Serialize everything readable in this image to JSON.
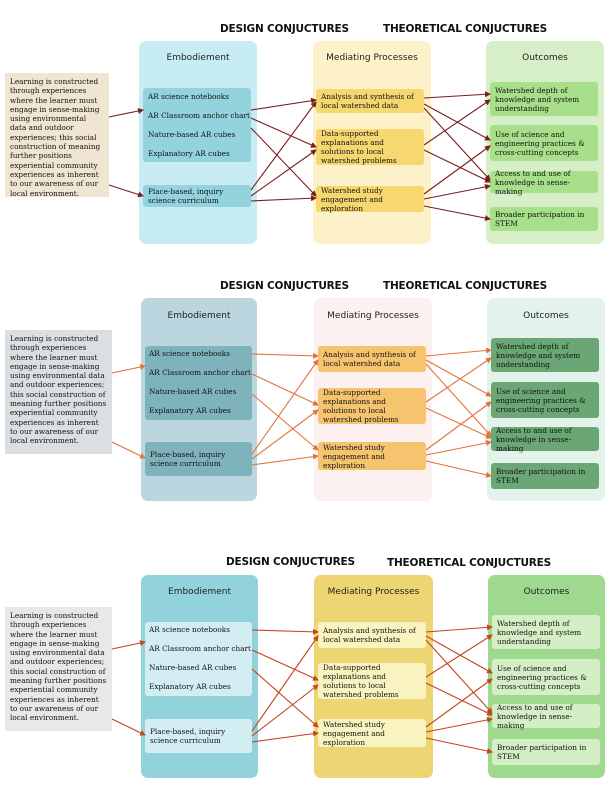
{
  "headers": {
    "design": "DESIGN CONJUCTURES",
    "theoretical": "THEORETICAL CONJUCTURES"
  },
  "columns": {
    "embodiment": "Embodiement",
    "mediating": "Mediating Processes",
    "outcomes": "Outcomes"
  },
  "conjecture": "Learning is constructed through experiences where the learner must engage in sense-making using environmental data and outdoor experiences; this social construction of meaning further positions experiential community experiences as inherent to our awareness of our local environment.",
  "embodiment_items": [
    "AR science notebooks",
    "AR Classroom anchor chart",
    "Nature-based AR cubes",
    "Explanatory AR cubes"
  ],
  "curriculum": "Place-based, inquiry science curriculum",
  "mediating": [
    "Analysis and synthesis of local watershed data",
    "Data-supported explanations and solutions to local watershed problems",
    "Watershed study engagement and exploration"
  ],
  "outcomes": [
    "Watershed depth of knowledge and system understanding",
    "Use of science and engineering practices & cross-cutting concepts",
    "Access to and use of knowledge in sense-making",
    "Broader participation in STEM"
  ],
  "variants": [
    {
      "name": "variant-1",
      "colors": {
        "intro_bg": "#efe5d2",
        "emb_col": "#c7ecf3",
        "emb_grp": "#93d3de",
        "med_col": "#fdf1c9",
        "med_box": "#f6d770",
        "out_col": "#d6efc8",
        "out_box": "#a7df8b",
        "arrow": "#7a1c1c"
      }
    },
    {
      "name": "variant-2",
      "colors": {
        "intro_bg": "#dadfe1",
        "emb_col": "#bbd6de",
        "emb_grp": "#7fb3bc",
        "med_col": "#fcf1ee",
        "med_box": "#f6c46e",
        "out_col": "#e3f3ec",
        "out_box": "#6aa774",
        "arrow": "#e2733c"
      }
    },
    {
      "name": "variant-3",
      "colors": {
        "intro_bg": "#e8e8e8",
        "emb_col": "#92d2da",
        "emb_grp": "#d3eef2",
        "med_col": "#ecd572",
        "med_box": "#f9f3c0",
        "out_col": "#9fd88f",
        "out_box": "#d4eec6",
        "arrow": "#c4461e"
      }
    }
  ]
}
